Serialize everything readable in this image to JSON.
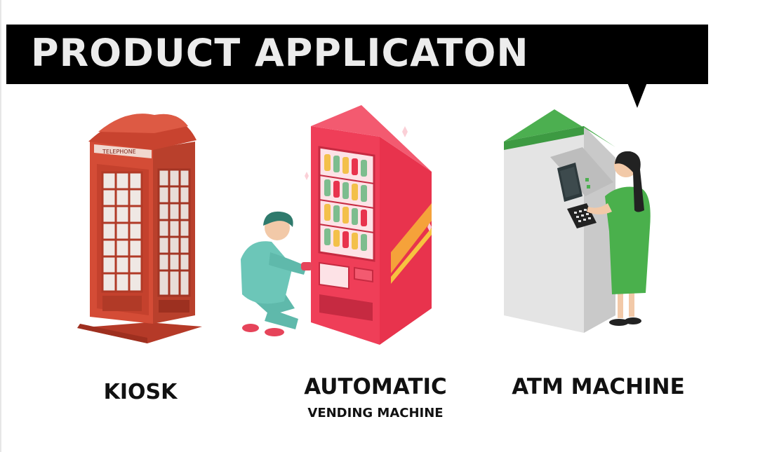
{
  "header": {
    "title": "PRODUCT APPLICATON"
  },
  "products": [
    {
      "label": "KIOSK",
      "sign_text": "TELEPHONE",
      "icon": "telephone-booth-icon"
    },
    {
      "label": "AUTOMATIC",
      "sublabel": "VENDING MACHINE",
      "icon": "vending-machine-icon"
    },
    {
      "label": "ATM MACHINE",
      "icon": "atm-machine-icon"
    }
  ],
  "colors": {
    "banner": "#000000",
    "banner_text": "#ececec",
    "booth_red": "#cf4a35",
    "vending_red": "#e63a52",
    "atm_green": "#4caf50",
    "atm_body": "#e2e2e2",
    "dress_green": "#4ab04c",
    "worker_teal": "#66c2b5"
  }
}
